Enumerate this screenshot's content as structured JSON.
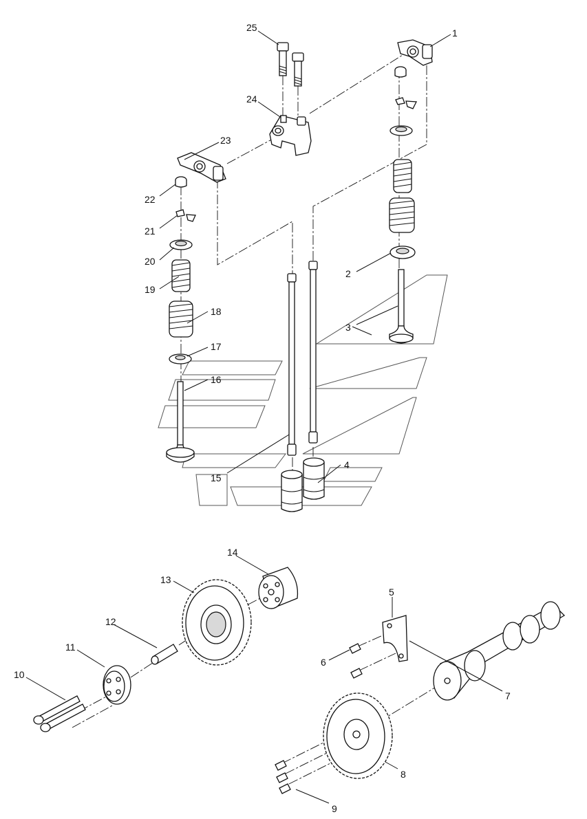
{
  "diagram": {
    "callouts": {
      "c1": "1",
      "c2": "2",
      "c3": "3",
      "c4": "4",
      "c5": "5",
      "c6": "6",
      "c7": "7",
      "c8": "8",
      "c9": "9",
      "c10": "10",
      "c11": "11",
      "c12": "12",
      "c13": "13",
      "c14": "14",
      "c15": "15",
      "c16": "16",
      "c17": "17",
      "c18": "18",
      "c19": "19",
      "c20": "20",
      "c21": "21",
      "c22": "22",
      "c23": "23",
      "c24": "24",
      "c25": "25"
    },
    "colors": {
      "line": "#111111",
      "shade": "#d9d9d9",
      "watermark": "#555555",
      "background": "#ffffff"
    }
  }
}
